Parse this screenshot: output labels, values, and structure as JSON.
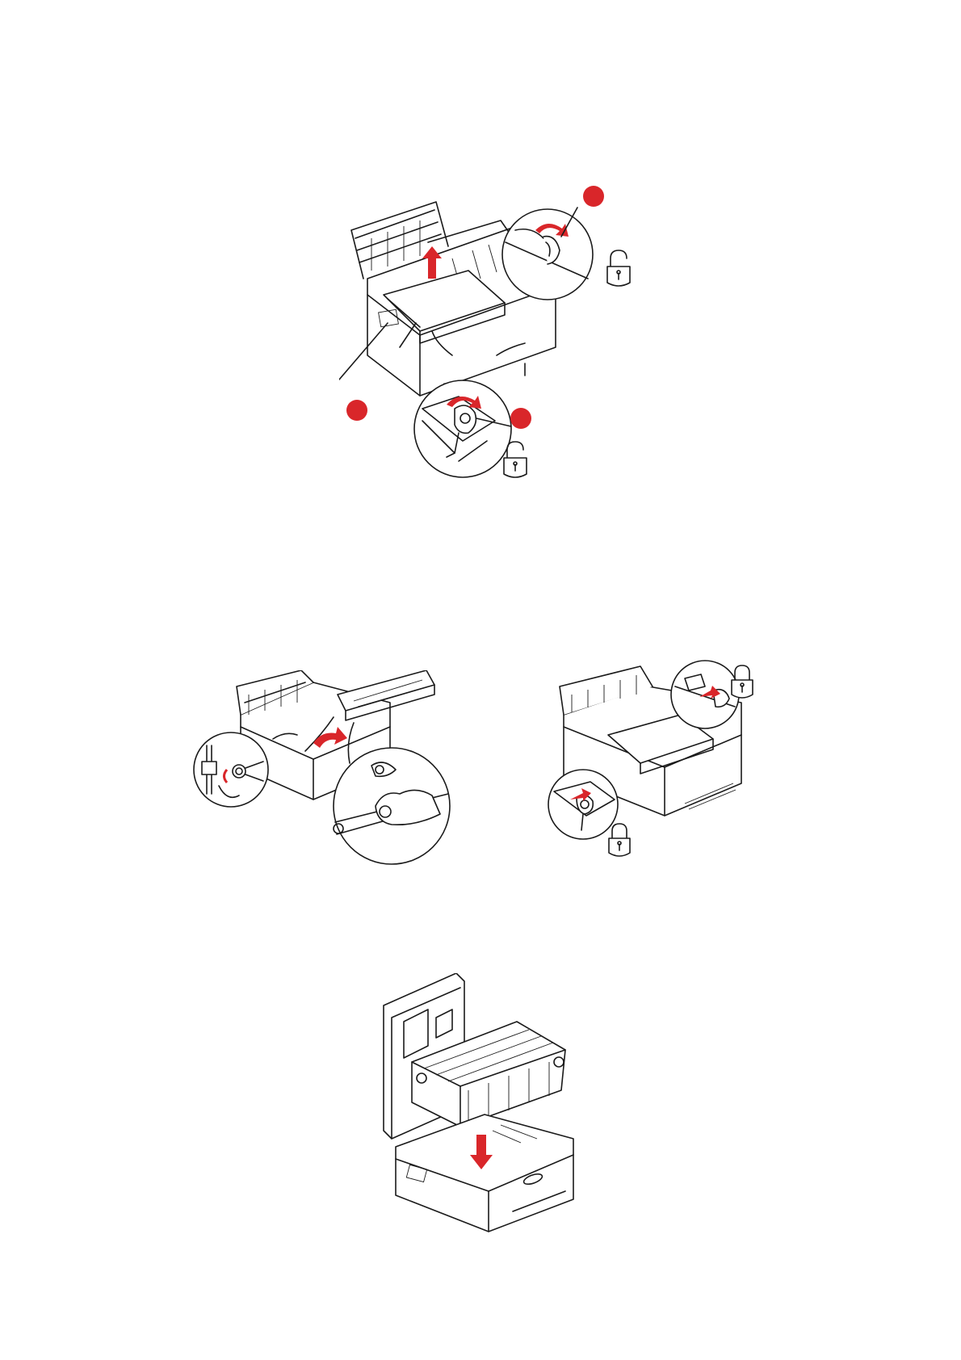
{
  "page": {
    "figures": [
      {
        "name": "remove-belt-unit",
        "callouts": 3,
        "lock_state": "unlocked"
      },
      {
        "name": "install-new-belt-unit",
        "callouts": 0,
        "lock_state": "none"
      },
      {
        "name": "lock-belt-fasteners",
        "callouts": 0,
        "lock_state": "locked"
      },
      {
        "name": "reinstall-image-drums",
        "callouts": 0,
        "lock_state": "none"
      }
    ],
    "colors": {
      "accent": "#d9262a",
      "line": "#1a1a1a",
      "background": "#ffffff"
    },
    "icons": [
      "unlocked-padlock-icon",
      "locked-padlock-icon",
      "callout-marker-icon",
      "red-arrow-icon"
    ]
  }
}
